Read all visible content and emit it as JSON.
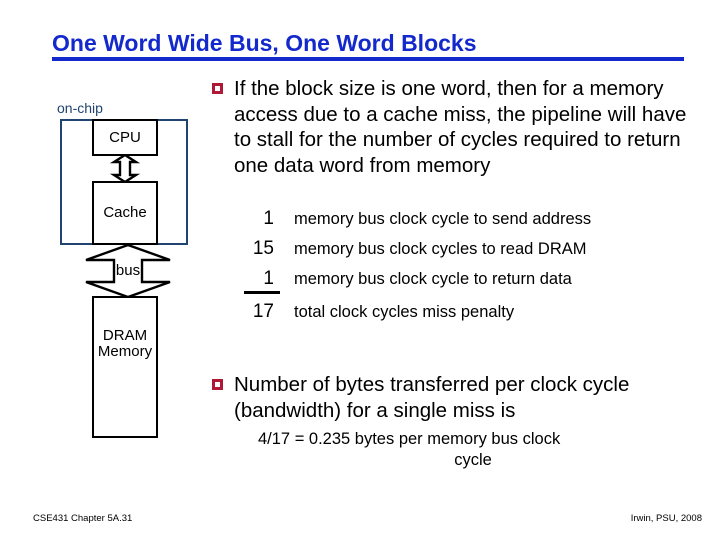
{
  "slide": {
    "title": "One Word Wide Bus, One Word Blocks",
    "title_color": "#1329CC"
  },
  "diagram": {
    "onchip_label": "on-chip",
    "onchip_border_color": "#21436F",
    "cpu_label": "CPU",
    "cache_label": "Cache",
    "bus_label": "bus",
    "dram_line1": "DRAM",
    "dram_line2": "Memory"
  },
  "bullets": [
    {
      "marker_color": "#B01838",
      "text": "If the block size is one word, then for a memory access due to a cache miss, the pipeline will have to stall for the number of cycles required to return one data word from memory"
    },
    {
      "marker_color": "#B01838",
      "text": "Number of bytes transferred per clock cycle (bandwidth) for a single miss is"
    }
  ],
  "cycles": {
    "rows": [
      {
        "count": "1",
        "label": "memory bus clock cycle to send address",
        "ruled": false
      },
      {
        "count": "15",
        "label": "memory bus clock cycles to read DRAM",
        "ruled": false
      },
      {
        "count": "1",
        "label": "memory bus clock cycle to return data",
        "ruled": true
      },
      {
        "count": "17",
        "label": "total clock cycles miss penalty",
        "ruled": false
      }
    ]
  },
  "bandwidth": {
    "line1": "4/17 = 0.235  bytes per memory bus clock",
    "line2": "cycle"
  },
  "footer": {
    "left": "CSE431  Chapter 5A.31",
    "right": "Irwin, PSU, 2008"
  }
}
